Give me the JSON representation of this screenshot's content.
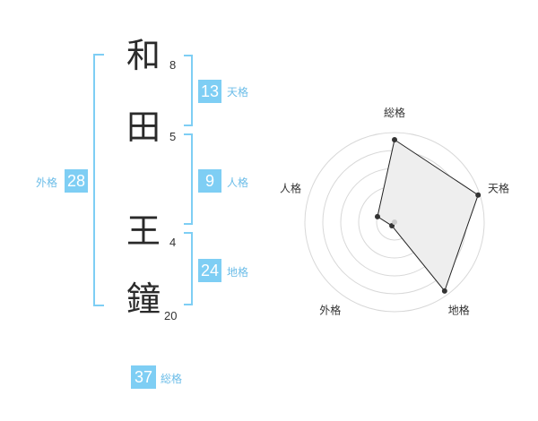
{
  "name": {
    "chars": [
      "和",
      "田",
      "王",
      "鐘"
    ],
    "strokes": [
      "8",
      "5",
      "4",
      "20"
    ]
  },
  "kaku": {
    "ten": {
      "value": "13",
      "label": "天格"
    },
    "jin": {
      "value": "9",
      "label": "人格"
    },
    "chi": {
      "value": "24",
      "label": "地格"
    },
    "gai": {
      "value": "28",
      "label": "外格"
    },
    "sou": {
      "value": "37",
      "label": "総格"
    }
  },
  "chart_data": {
    "type": "radar",
    "axes": [
      "総格",
      "天格",
      "地格",
      "外格",
      "人格"
    ],
    "values": [
      0.92,
      0.98,
      0.95,
      0.05,
      0.2
    ],
    "rings": 5
  },
  "colors": {
    "accent": "#7ecef4",
    "accent_text": "#6cbde8",
    "poly_fill": "#eeeeee",
    "line": "#222222"
  }
}
